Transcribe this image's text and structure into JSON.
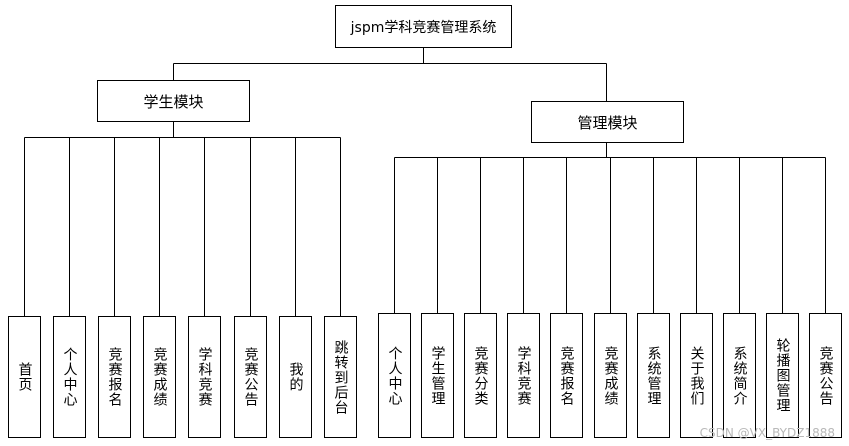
{
  "root": {
    "label": "jspm学科竞赛管理系统"
  },
  "groups": [
    {
      "label": "学生模块",
      "children": [
        "首页",
        "个人中心",
        "竞赛报名",
        "竞赛成绩",
        "学科竞赛",
        "竞赛公告",
        "我的",
        "跳转到后台"
      ]
    },
    {
      "label": "管理模块",
      "children": [
        "个人中心",
        "学生管理",
        "竞赛分类",
        "学科竞赛",
        "竞赛报名",
        "竞赛成绩",
        "系统管理",
        "关于我们",
        "系统简介",
        "轮播图管理",
        "竞赛公告"
      ]
    }
  ],
  "watermark": "CSDN @VX_BYDZ1888",
  "colors": {
    "line": "#000000",
    "box_border": "#000000",
    "background": "#ffffff",
    "watermark": "#b9b9b9"
  }
}
